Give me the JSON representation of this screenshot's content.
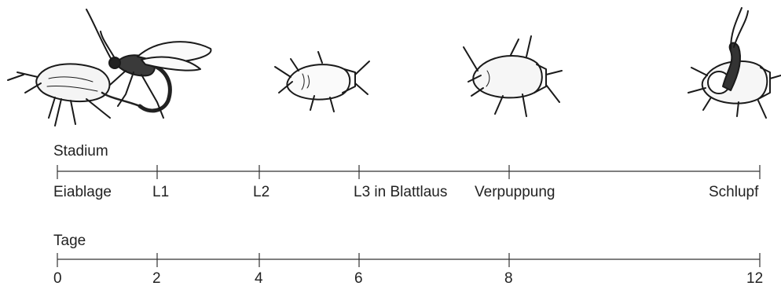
{
  "stage_axis": {
    "title": "Stadium",
    "labels": [
      "Eiablage",
      "L1",
      "L2",
      "L3 in Blattlaus",
      "Verpuppung",
      "Schlupf"
    ]
  },
  "days_axis": {
    "title": "Tage",
    "labels": [
      "0",
      "2",
      "4",
      "6",
      "8",
      "12"
    ]
  },
  "icons": [
    "wasp-laying-egg-on-aphid-icon",
    "parasitized-aphid-icon",
    "aphid-mummy-icon",
    "wasp-emerging-from-mummy-icon"
  ]
}
